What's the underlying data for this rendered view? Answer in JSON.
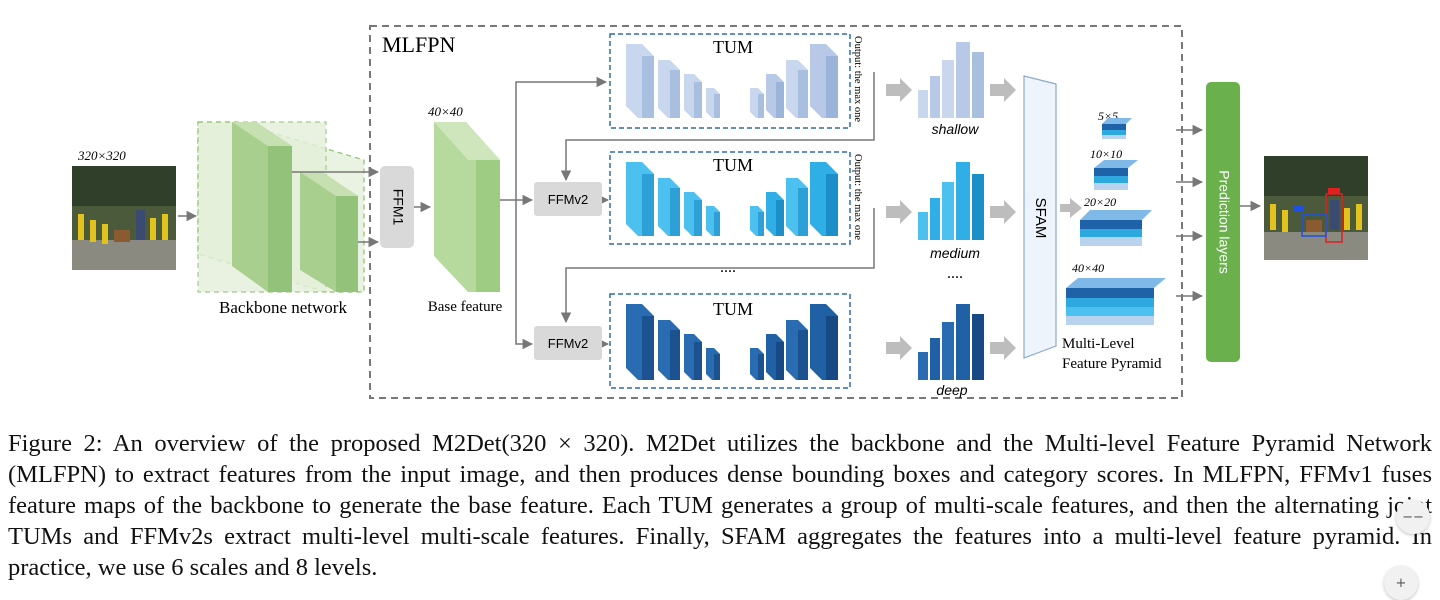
{
  "diagram": {
    "mlfpn_label": "MLFPN",
    "input_size": "320×320",
    "backbone_label": "Backbone network",
    "ffm1_label": "FFM1",
    "base_size": "40×40",
    "base_label": "Base feature",
    "ffmv2_label": "FFMv2",
    "tum_label": "TUM",
    "output_note": "Output: the max one",
    "level_labels": [
      "shallow",
      "medium",
      "deep"
    ],
    "ellipsis": "....",
    "sfam_label": "SFAM",
    "pyramid_sizes": [
      "5×5",
      "10×10",
      "20×20",
      "40×40"
    ],
    "pyramid_label_line1": "Multi-Level",
    "pyramid_label_line2": "Feature Pyramid",
    "prediction_label": "Prediction layers"
  },
  "caption": "Figure 2: An overview of the proposed M2Det(320 × 320). M2Det utilizes the backbone and the Multi-level Feature Pyramid Network (MLFPN) to extract features from the input image, and then produces dense bounding boxes and category scores. In MLFPN, FFMv1 fuses feature maps of the backbone to generate the base feature. Each TUM generates a group of multi-scale features, and then the alternating joint TUMs and FFMv2s extract multi-level multi-scale features. Finally, SFAM aggregates the features into a multi-level feature pyramid. In practice, we use 6 scales and 8 levels.",
  "colors": {
    "green": "#a9cf8f",
    "green_dark": "#7fb268",
    "pred_green": "#6ab04c",
    "tum_light": "#aec3e3",
    "tum_mid": "#2ea9e0",
    "tum_dark": "#1f62a8",
    "box_blue": "#3a7cc0"
  },
  "icons": {
    "collapse": "collapse-icon",
    "add": "plus-icon"
  }
}
